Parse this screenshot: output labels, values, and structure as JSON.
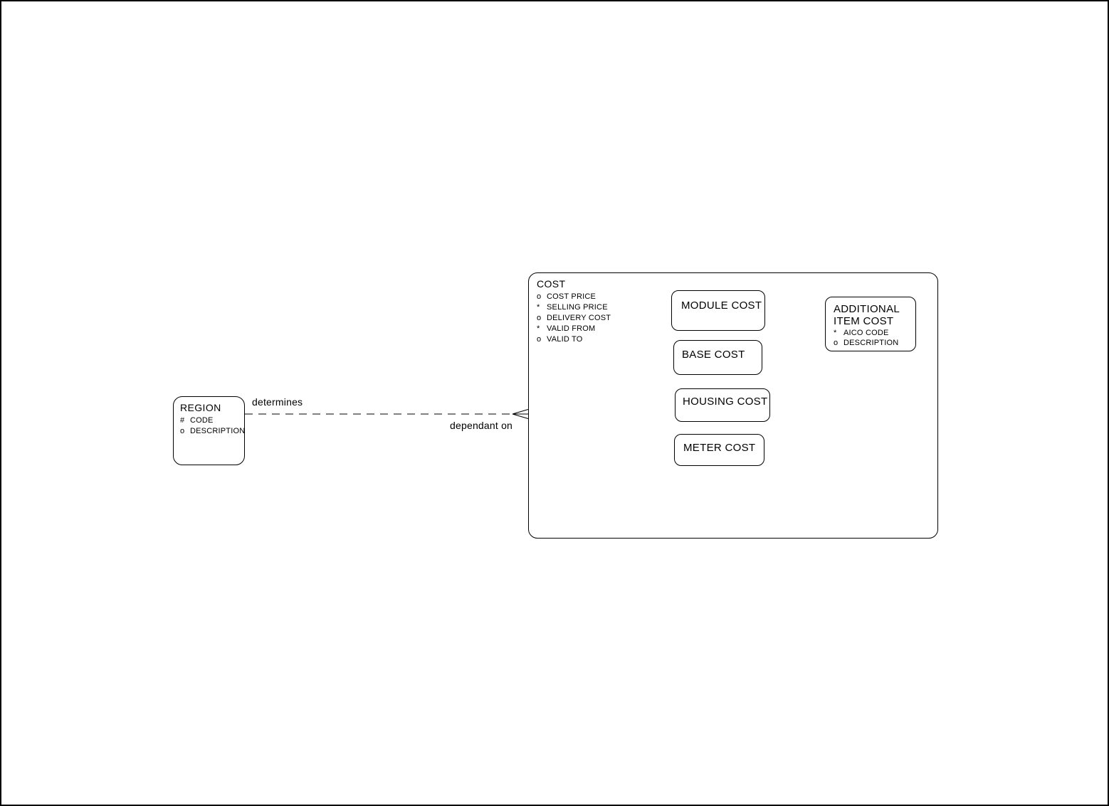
{
  "colors": {
    "line": "#000000",
    "background": "#ffffff"
  },
  "region": {
    "title": "REGION",
    "attributes": [
      {
        "prefix": "#",
        "name": "CODE"
      },
      {
        "prefix": "o",
        "name": "DESCRIPTION"
      }
    ]
  },
  "cost": {
    "title": "COST",
    "attributes": [
      {
        "prefix": "o",
        "name": "COST PRICE"
      },
      {
        "prefix": "*",
        "name": "SELLING PRICE"
      },
      {
        "prefix": "o",
        "name": "DELIVERY COST"
      },
      {
        "prefix": "*",
        "name": "VALID FROM"
      },
      {
        "prefix": "o",
        "name": "VALID TO"
      }
    ],
    "subtypes": [
      {
        "title": "MODULE COST"
      },
      {
        "title": "BASE COST"
      },
      {
        "title": "HOUSING COST"
      },
      {
        "title": "METER COST"
      },
      {
        "title": "ADDITIONAL ITEM COST",
        "attributes": [
          {
            "prefix": "*",
            "name": "AICO CODE"
          },
          {
            "prefix": "o",
            "name": "DESCRIPTION"
          }
        ]
      }
    ]
  },
  "relationship": {
    "from_label": "determines",
    "to_label": "dependant on",
    "line_style": "dashed",
    "cardinality_at_cost": "many (crow's foot)"
  }
}
